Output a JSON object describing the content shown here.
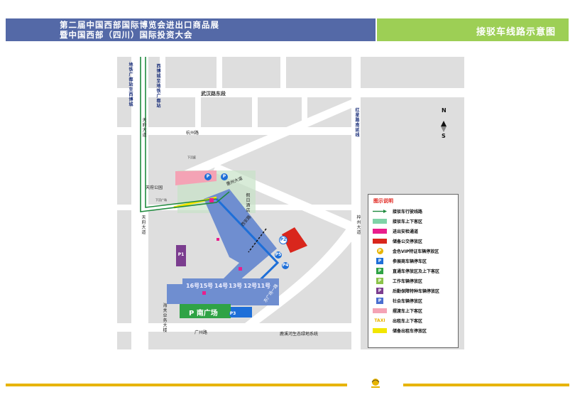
{
  "header": {
    "title_line1": "第二届中国西部国际博览会进出口商品展",
    "title_line2": "暨中国西部（四川）国际投资大会",
    "subtitle": "接驳车线路示意图"
  },
  "colors": {
    "header_blue": "#5469a7",
    "header_green": "#9dcf55",
    "footer_gold": "#e7b400",
    "route_green": "#1f8a3e",
    "parking_blue": "#1e6fd8",
    "security_pink": "#e91e8c",
    "bus_red": "#d9261c",
    "taxi_yellow": "#f2e600",
    "venue_blue": "#6f8ed0",
    "south_plaza_green": "#2fa345"
  },
  "map": {
    "roads": {
      "wuhan_road": "武汉路东段",
      "hangzhou_road": "杭州路",
      "tianfu_avenue_north": "天府大道",
      "tianfu_avenue_south": "天府大道",
      "guangzhou_road": "广州路",
      "hongxing_road": "红星路南延线",
      "zizhou_avenue": "梓州大道",
      "huizhou_avenue": "惠州大道",
      "xian_road": "西安路",
      "east_road": "东广场一路"
    },
    "labels": {
      "metro_line_left": "地铁广都站至西博城",
      "metro_line_right": "西博城至地铁广都站",
      "tianfu_park": "天府公园",
      "holiday_hotel": "假日酒店",
      "customs_building": "海关业务大楼",
      "lusi_ecology": "鹿溪河生态绿地系统",
      "south_plaza": "南广场",
      "small_label_1": "下沉庭",
      "small_label_2": "下沉广场"
    },
    "halls": [
      "16号",
      "15号",
      "14号",
      "13号",
      "12号",
      "11号"
    ],
    "parking_badges": [
      "P",
      "P",
      "P1",
      "P2",
      "P3",
      "P4",
      "P5"
    ],
    "compass": {
      "north": "N",
      "south": "S"
    }
  },
  "legend": {
    "title": "图示说明",
    "items": [
      {
        "label": "接驳车行驶线路",
        "swatch": "arrow",
        "color": "#1f8a3e"
      },
      {
        "label": "接驳车上下客区",
        "swatch": "box",
        "color": "#7fd3a7"
      },
      {
        "label": "进出安检通道",
        "swatch": "box",
        "color": "#e91e8c"
      },
      {
        "label": "储备公交停放区",
        "swatch": "box",
        "color": "#d9261c"
      },
      {
        "label": "金色VIP特证车辆停放区",
        "swatch": "badge",
        "color": "#e7b400",
        "badge_text": "P"
      },
      {
        "label": "参展商车辆停车区",
        "swatch": "badge",
        "color": "#1e6fd8",
        "badge_text": "P"
      },
      {
        "label": "直通车停放区及上下客区",
        "swatch": "badge",
        "color": "#2fa345",
        "badge_text": "P"
      },
      {
        "label": "工作车辆停放区",
        "swatch": "badge",
        "color": "#8bc34a",
        "badge_text": "P"
      },
      {
        "label": "后勤保障特种车辆停放区",
        "swatch": "badge",
        "color": "#7b3d8f",
        "badge_text": "P"
      },
      {
        "label": "社会车辆停放区",
        "swatch": "badge",
        "color": "#4a6fd0",
        "badge_text": "P"
      },
      {
        "label": "摆渡车上下客区",
        "swatch": "box",
        "color": "#f4a3b5"
      },
      {
        "label": "出租车上下客区",
        "swatch": "taxi",
        "color": "#f2e600",
        "badge_text": "TAXI"
      },
      {
        "label": "储备出租车停放区",
        "swatch": "box",
        "color": "#f2e600"
      }
    ]
  }
}
